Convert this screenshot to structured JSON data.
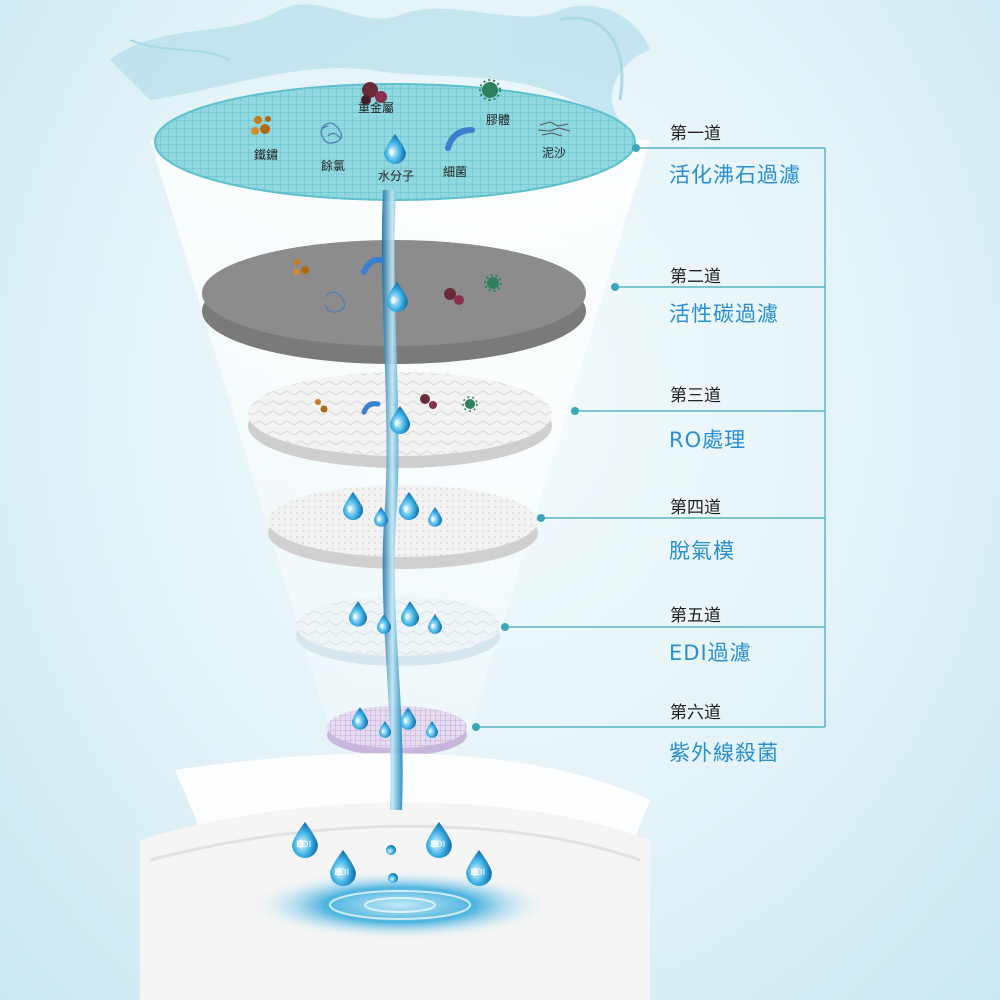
{
  "diagram": {
    "contaminants": [
      {
        "id": "iron-rust",
        "label": "鐵鏽"
      },
      {
        "id": "residual-chlorine",
        "label": "餘氯"
      },
      {
        "id": "heavy-metal",
        "label": "重金屬"
      },
      {
        "id": "water-molecule",
        "label": "水分子"
      },
      {
        "id": "bacteria",
        "label": "細菌"
      },
      {
        "id": "colloid",
        "label": "膠體"
      },
      {
        "id": "sediment",
        "label": "泥沙"
      }
    ],
    "stages": [
      {
        "number": "第一道",
        "name": "活化沸石過濾"
      },
      {
        "number": "第二道",
        "name": "活性碳過濾"
      },
      {
        "number": "第三道",
        "name": "RO處理"
      },
      {
        "number": "第四道",
        "name": "脫氣模"
      },
      {
        "number": "第五道",
        "name": "EDI過濾"
      },
      {
        "number": "第六道",
        "name": "紫外線殺菌"
      }
    ],
    "drop_label": "EDI",
    "colors": {
      "label_blue": "#2a8fd0",
      "line": "#3aa7b8",
      "water": "#2a9fd6"
    }
  }
}
